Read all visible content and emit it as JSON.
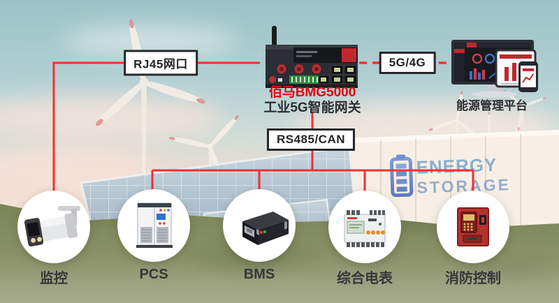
{
  "colors": {
    "connection_line": "#f23030",
    "brand_red": "#e60012",
    "gateway_body": "#2b2e34",
    "fire_panel_red": "#b5322e",
    "logo_blue": "#4e77c6"
  },
  "gateway": {
    "model": "佰马BMG5000",
    "product": "工业5G智能网关"
  },
  "connections": {
    "rj45_label": "RJ45网口",
    "cellular_label": "5G/4G",
    "fieldbus_label": "RS485/CAN"
  },
  "platform": {
    "label": "能源管理平台"
  },
  "devices": [
    {
      "id": "camera",
      "label": "监控"
    },
    {
      "id": "pcs",
      "label": "PCS"
    },
    {
      "id": "bms",
      "label": "BMS"
    },
    {
      "id": "meter",
      "label": "综合电表"
    },
    {
      "id": "fire",
      "label": "消防控制"
    }
  ],
  "storage_logo": {
    "line1": "ENERGY",
    "line2": "STORAGE"
  }
}
